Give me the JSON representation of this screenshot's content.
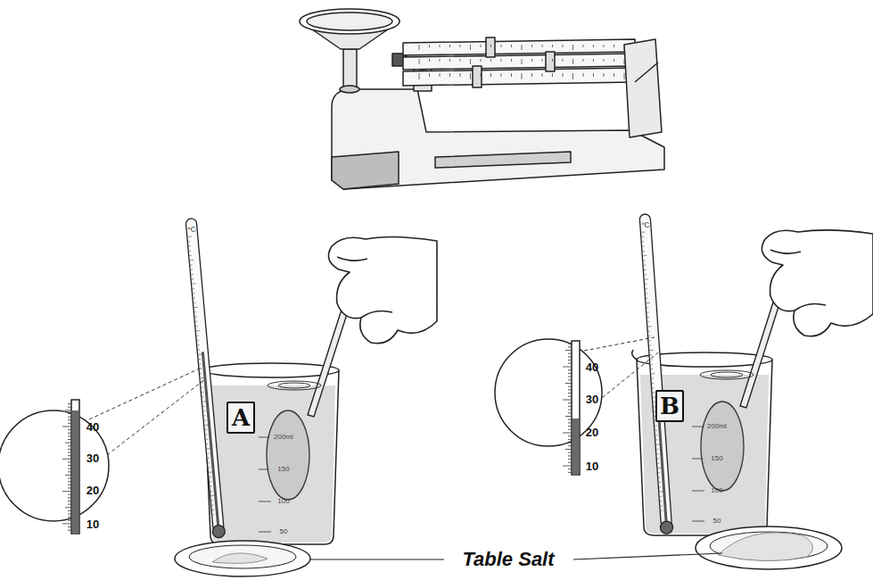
{
  "diagram": {
    "nodes": [
      {
        "text": [
          "A"
        ]
      },
      {
        "text": [
          "B"
        ]
      }
    ],
    "labels": [
      "°C",
      "40",
      "30",
      "20",
      "10",
      "200ml",
      "150",
      "100",
      "50",
      "°C",
      "40",
      "30",
      "20",
      "10",
      "200ml",
      "150",
      "100",
      "50",
      "Table Salt"
    ]
  }
}
